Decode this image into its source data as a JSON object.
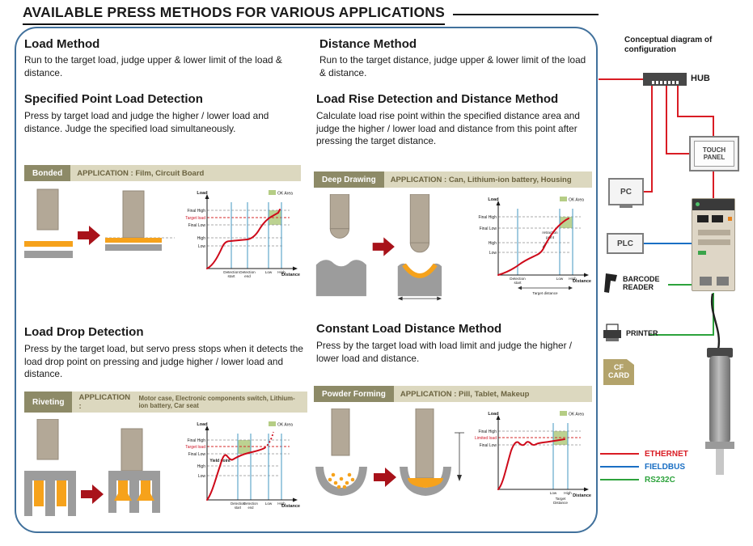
{
  "page": {
    "title": "AVAILABLE PRESS METHODS FOR VARIOUS APPLICATIONS"
  },
  "methods": {
    "load": {
      "title": "Load Method",
      "desc": "Run to the target load, judge upper & lower limit of the load & distance."
    },
    "distance": {
      "title": "Distance Method",
      "desc": "Run to the target distance, judge upper & lower limit of the load & distance."
    },
    "specified_point": {
      "title": "Specified Point Load Detection",
      "desc": "Press by target load and judge the higher / lower load and distance. Judge the specified load simultaneously."
    },
    "load_rise": {
      "title": "Load Rise Detection and Distance Method",
      "desc": "Calculate load rise point within the specified distance area and judge the higher / lower load and distance from this point after pressing the target distance."
    },
    "load_drop": {
      "title": "Load Drop Detection",
      "desc": "Press by the target load, but servo press stops when it detects the load drop point on pressing and judge higher / lower load and distance."
    },
    "constant_load": {
      "title": "Constant Load Distance Method",
      "desc": "Press by the target load with load limit and judge the higher / lower load and distance."
    }
  },
  "panels": {
    "bonded": {
      "badge": "Bonded",
      "application": "APPLICATION : Film, Circuit Board"
    },
    "deep_drawing": {
      "badge": "Deep Drawing",
      "application": "APPLICATION : Can, Lithium-ion battery, Housing"
    },
    "riveting": {
      "badge": "Riveting",
      "application_label": "APPLICATION :",
      "application_text": "Motor case, Electronic components switch, Lithium-ion battery, Car seat"
    },
    "powder_forming": {
      "badge": "Powder Forming",
      "application": "APPLICATION : Pill, Tablet, Makeup"
    }
  },
  "graph": {
    "load": "Load",
    "distance": "Distance",
    "ok_area": "OK Area",
    "final_high": "Final High",
    "final_low": "Final Low",
    "target_load": "Target load",
    "limited_load": "Limited load",
    "high": "High",
    "low": "Low",
    "detection": "Detection",
    "start": "start",
    "end": "end",
    "yield_point": "Yield point",
    "retraction_l1": "retraction",
    "retraction_l2": "point",
    "target_distance": "Target distance",
    "target_distance_l1": "Target",
    "target_distance_l2": "Distance"
  },
  "config": {
    "title_l1": "Conceptual diagram of",
    "title_l2": "configuration",
    "hub": "HUB",
    "touch_panel_l1": "TOUCH",
    "touch_panel_l2": "PANEL",
    "pc": "PC",
    "plc": "PLC",
    "barcode_l1": "BARCODE",
    "barcode_l2": "READER",
    "printer": "PRINTER",
    "cf_l1": "CF",
    "cf_l2": "CARD",
    "legend": [
      {
        "label": "ETHERNET",
        "color": "#d91c24"
      },
      {
        "label": "FIELDBUS",
        "color": "#1a6fc4"
      },
      {
        "label": "RS232C",
        "color": "#2da33c"
      }
    ]
  },
  "colors": {
    "badge_olive": "#8d8a67",
    "app_bar_tan": "#dcd8bf",
    "workpiece_orange": "#f6a21b",
    "curve_red": "#ce0a1a",
    "ok_area_green": "#b5cd85",
    "panel_border_blue": "#41719c",
    "graph_guide_blue": "#62a8cc",
    "press_tan": "#b3a897",
    "press_gray": "#9c9c9c",
    "arrow_red": "#a8121a"
  }
}
